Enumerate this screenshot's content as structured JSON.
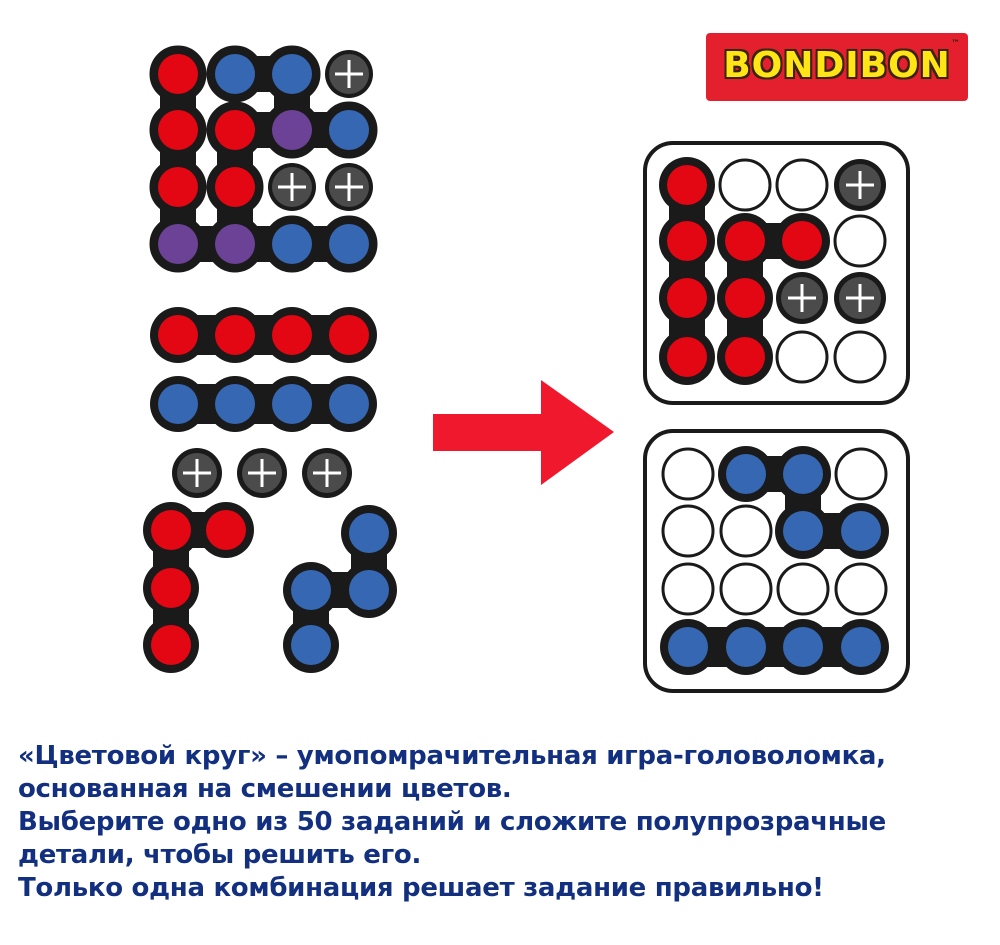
{
  "brand": {
    "logo_text": "BONDIBON",
    "trademark": "™",
    "logo_bg": "#e5202e",
    "logo_fg": "#ffe516"
  },
  "colors": {
    "red": "#e30613",
    "blue": "#3567b3",
    "purple": "#6c4296",
    "grey": "#4b4b4b",
    "outline": "#1a1a1a",
    "arrow": "#f0182d",
    "text": "#12307f"
  },
  "puzzle": {
    "pieces_stack": {
      "grid": [
        [
          "red",
          "blue",
          "blue",
          "plus"
        ],
        [
          "red",
          "red",
          "purple",
          "blue"
        ],
        [
          "red",
          "red",
          "plus",
          "plus"
        ],
        [
          "purple",
          "purple",
          "blue",
          "blue"
        ]
      ]
    },
    "loose_pieces": [
      {
        "name": "red-straight",
        "color": "red",
        "cells": [
          [
            0,
            0
          ],
          [
            0,
            1
          ],
          [
            0,
            2
          ],
          [
            0,
            3
          ]
        ]
      },
      {
        "name": "blue-straight",
        "color": "blue",
        "cells": [
          [
            0,
            0
          ],
          [
            0,
            1
          ],
          [
            0,
            2
          ],
          [
            0,
            3
          ]
        ]
      },
      {
        "name": "plus-tokens",
        "color": "plus",
        "count": 3
      },
      {
        "name": "red-l",
        "color": "red",
        "cells": [
          [
            0,
            0
          ],
          [
            0,
            1
          ],
          [
            1,
            0
          ],
          [
            2,
            0
          ]
        ]
      },
      {
        "name": "blue-s",
        "color": "blue",
        "cells": [
          [
            0,
            1
          ],
          [
            1,
            1
          ],
          [
            1,
            0
          ],
          [
            2,
            0
          ]
        ]
      }
    ],
    "boards": [
      {
        "name": "board-red",
        "grid": [
          [
            "red",
            "empty",
            "empty",
            "plus"
          ],
          [
            "red",
            "red",
            "red",
            "empty"
          ],
          [
            "red",
            "red",
            "plus",
            "plus"
          ],
          [
            "red",
            "red",
            "empty",
            "empty"
          ]
        ]
      },
      {
        "name": "board-blue",
        "grid": [
          [
            "empty",
            "blue",
            "blue",
            "empty"
          ],
          [
            "empty",
            "empty",
            "blue",
            "blue"
          ],
          [
            "empty",
            "empty",
            "empty",
            "empty"
          ],
          [
            "blue",
            "blue",
            "blue",
            "blue"
          ]
        ]
      }
    ],
    "arrow_icon": "arrow-right-icon"
  },
  "description": {
    "lines": [
      "«Цветовой круг» – умопомрачительная игра-головоломка,",
      "основанная на смешении цветов.",
      "Выберите одно из 50 заданий и сложите полупрозрачные",
      "детали, чтобы решить его.",
      "Только одна комбинация решает задание правильно!"
    ]
  }
}
